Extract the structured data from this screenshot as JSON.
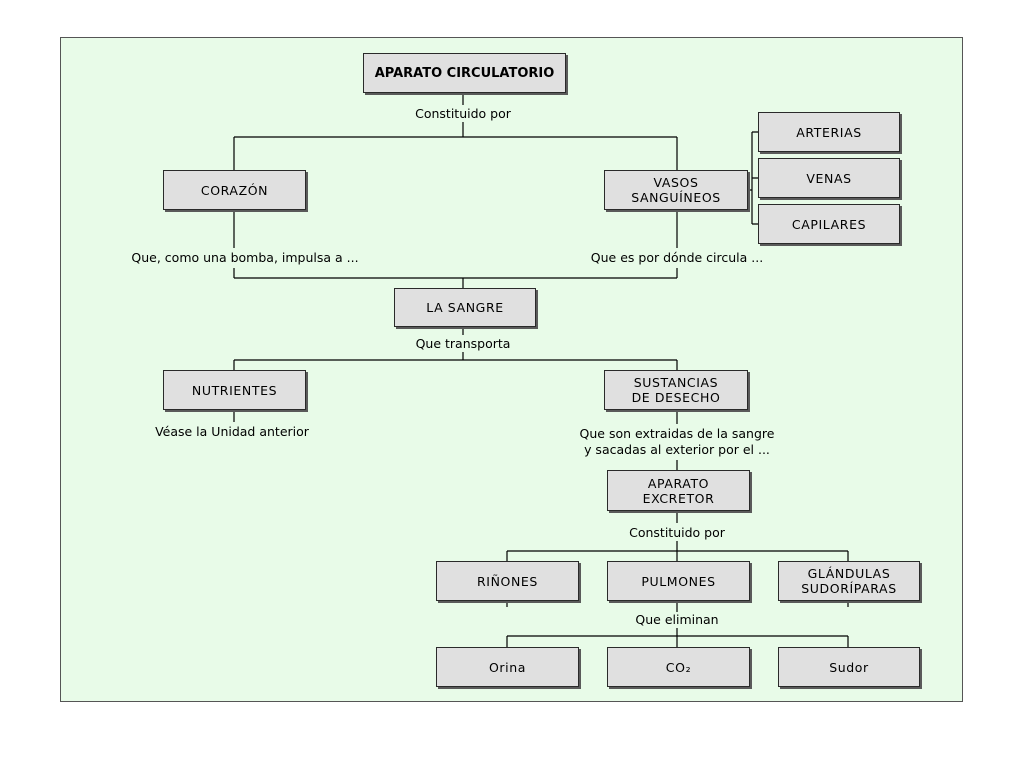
{
  "title": "APARATO CIRCULATORIO",
  "boxes": {
    "corazon": "CORAZÓN",
    "vasos": "VASOS\nSANGUÍNEOS",
    "arterias": "ARTERIAS",
    "venas": "VENAS",
    "capilares": "CAPILARES",
    "sangre": "LA SANGRE",
    "nutrientes": "NUTRIENTES",
    "desecho": "SUSTANCIAS\nDE DESECHO",
    "excretor": "APARATO\nEXCRETOR",
    "rinones": "RIÑONES",
    "pulmones": "PULMONES",
    "glandulas": "GLÁNDULAS\nSUDORÍPARAS",
    "orina": "Orina",
    "co2": "CO₂",
    "sudor": "Sudor"
  },
  "labels": {
    "constituido1": "Constituido por",
    "bomba": "Que, como una bomba, impulsa a ...",
    "circula": "Que es por dónde circula ...",
    "transporta": "Que transporta",
    "vease": "Véase la Unidad anterior",
    "extraidas": "Que son extraidas de la sangre\ny sacadas al exterior por el ...",
    "constituido2": "Constituido por",
    "eliminan": "Que eliminan"
  },
  "colors": {
    "background": "#e8fbe8",
    "box": "#e0e0e0"
  }
}
